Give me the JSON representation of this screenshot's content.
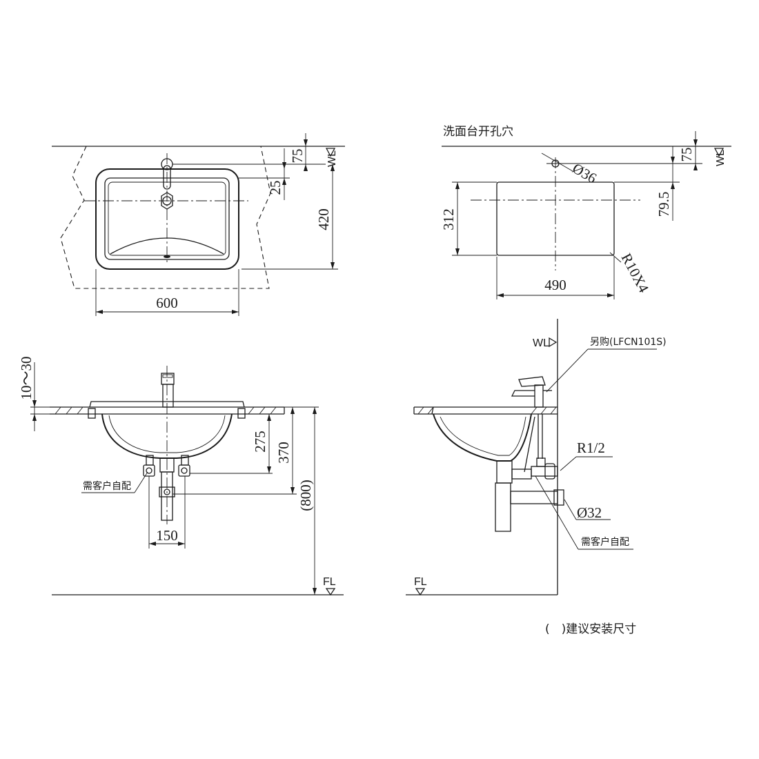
{
  "top_view": {
    "dim_width": "600",
    "dim_depth": "420",
    "dim_75": "75",
    "dim_25": "25",
    "wl": "WL"
  },
  "cutout_view": {
    "title": "洗面台开孔穴",
    "dim_hole": "Ø36",
    "dim_75": "75",
    "dim_79_5": "79.5",
    "dim_312": "312",
    "dim_490": "490",
    "dim_radius": "R10X4",
    "wl": "WL"
  },
  "front_view": {
    "dim_counter": "10～30",
    "dim_275": "275",
    "dim_370": "370",
    "dim_800": "(800)",
    "dim_150": "150",
    "note_customer": "需客户自配",
    "fl": "FL"
  },
  "side_view": {
    "wl": "WL",
    "faucet_note": "另购(LFCN101S)",
    "dim_r12": "R1/2",
    "dim_32": "Ø32",
    "note_customer": "需客户自配",
    "fl": "FL"
  },
  "footnote": "(　)建议安装尺寸"
}
